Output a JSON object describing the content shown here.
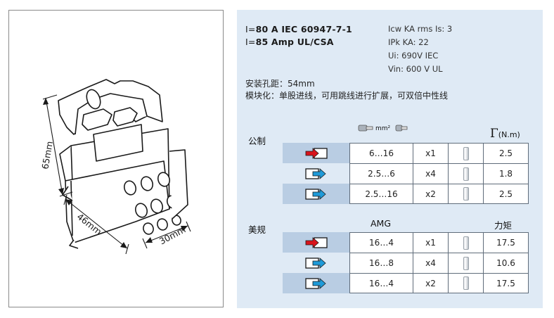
{
  "drawing": {
    "dim_height": "65mm",
    "dim_width": "46mm",
    "dim_depth": "30mm"
  },
  "ratings": {
    "iec_prefix": "I=",
    "iec_value": "80 A IEC 60947-7-1",
    "ul_prefix": "I=",
    "ul_value": "85 Amp UL/CSA"
  },
  "tech": {
    "icw": "Icw KA rms Is: 3",
    "ipk": "IPk KA: 22",
    "ui": "Ui: 690V IEC",
    "vin": "Vin: 600 V UL"
  },
  "notes": {
    "hole_distance": "安装孔距：54mm",
    "modular": "模块化：单股进线，可用跳线进行扩展，可双倍中性线"
  },
  "metric": {
    "label": "公制",
    "unit_label": "mm²",
    "torque_symbol": "Γ",
    "torque_unit": "(N.m)",
    "rows": [
      {
        "direction": "in",
        "size": "6…16",
        "qty": "x1",
        "torque": "2.5"
      },
      {
        "direction": "out",
        "size": "2.5…6",
        "qty": "x4",
        "torque": "1.8"
      },
      {
        "direction": "out",
        "size": "2.5…16",
        "qty": "x2",
        "torque": "2.5"
      }
    ]
  },
  "us": {
    "label": "美规",
    "gauge_header": "AMG",
    "torque_header": "力矩",
    "rows": [
      {
        "direction": "in",
        "size": "16…4",
        "qty": "x1",
        "torque": "17.5"
      },
      {
        "direction": "out",
        "size": "16…8",
        "qty": "x4",
        "torque": "10.6"
      },
      {
        "direction": "out",
        "size": "16…4",
        "qty": "x2",
        "torque": "17.5"
      }
    ]
  },
  "colors": {
    "panel_bg": "#dfeaf5",
    "shade": "#b9cde3",
    "arrow_in": "#d8141c",
    "arrow_out": "#1f9ad8"
  }
}
